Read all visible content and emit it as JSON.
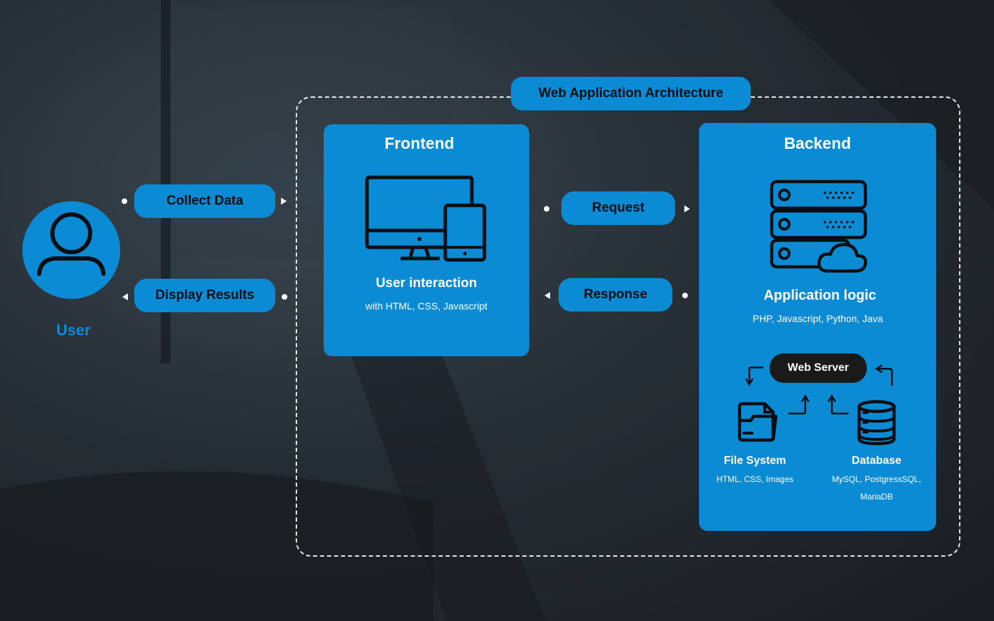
{
  "diagram": {
    "title": "Web Application Architecture",
    "user": {
      "label": "User"
    },
    "user_flows": {
      "collect": "Collect Data",
      "display": "Display Results"
    },
    "frontend": {
      "title": "Frontend",
      "caption": "User interaction",
      "subcaption": "with HTML, CSS, Javascript"
    },
    "middle_flows": {
      "request": "Request",
      "response": "Response"
    },
    "backend": {
      "title": "Backend",
      "caption": "Application logic",
      "subcaption": "PHP, Javascript, Python, Java",
      "web_server": "Web Server",
      "file_system": {
        "title": "File System",
        "detail": "HTML, CSS, Images"
      },
      "database": {
        "title": "Database",
        "detail_line1": "MySQL, PostgressSQL,",
        "detail_line2": "MariaDB"
      }
    }
  },
  "colors": {
    "accent": "#0a8bd3",
    "background": "#1f262c",
    "text_dark": "#0b0f14",
    "web_server_pill": "#1a1a1a"
  },
  "icons": [
    "user-icon",
    "monitor-tablet-icon",
    "server-cloud-icon",
    "folder-icon",
    "database-icon",
    "arrow-icon"
  ]
}
